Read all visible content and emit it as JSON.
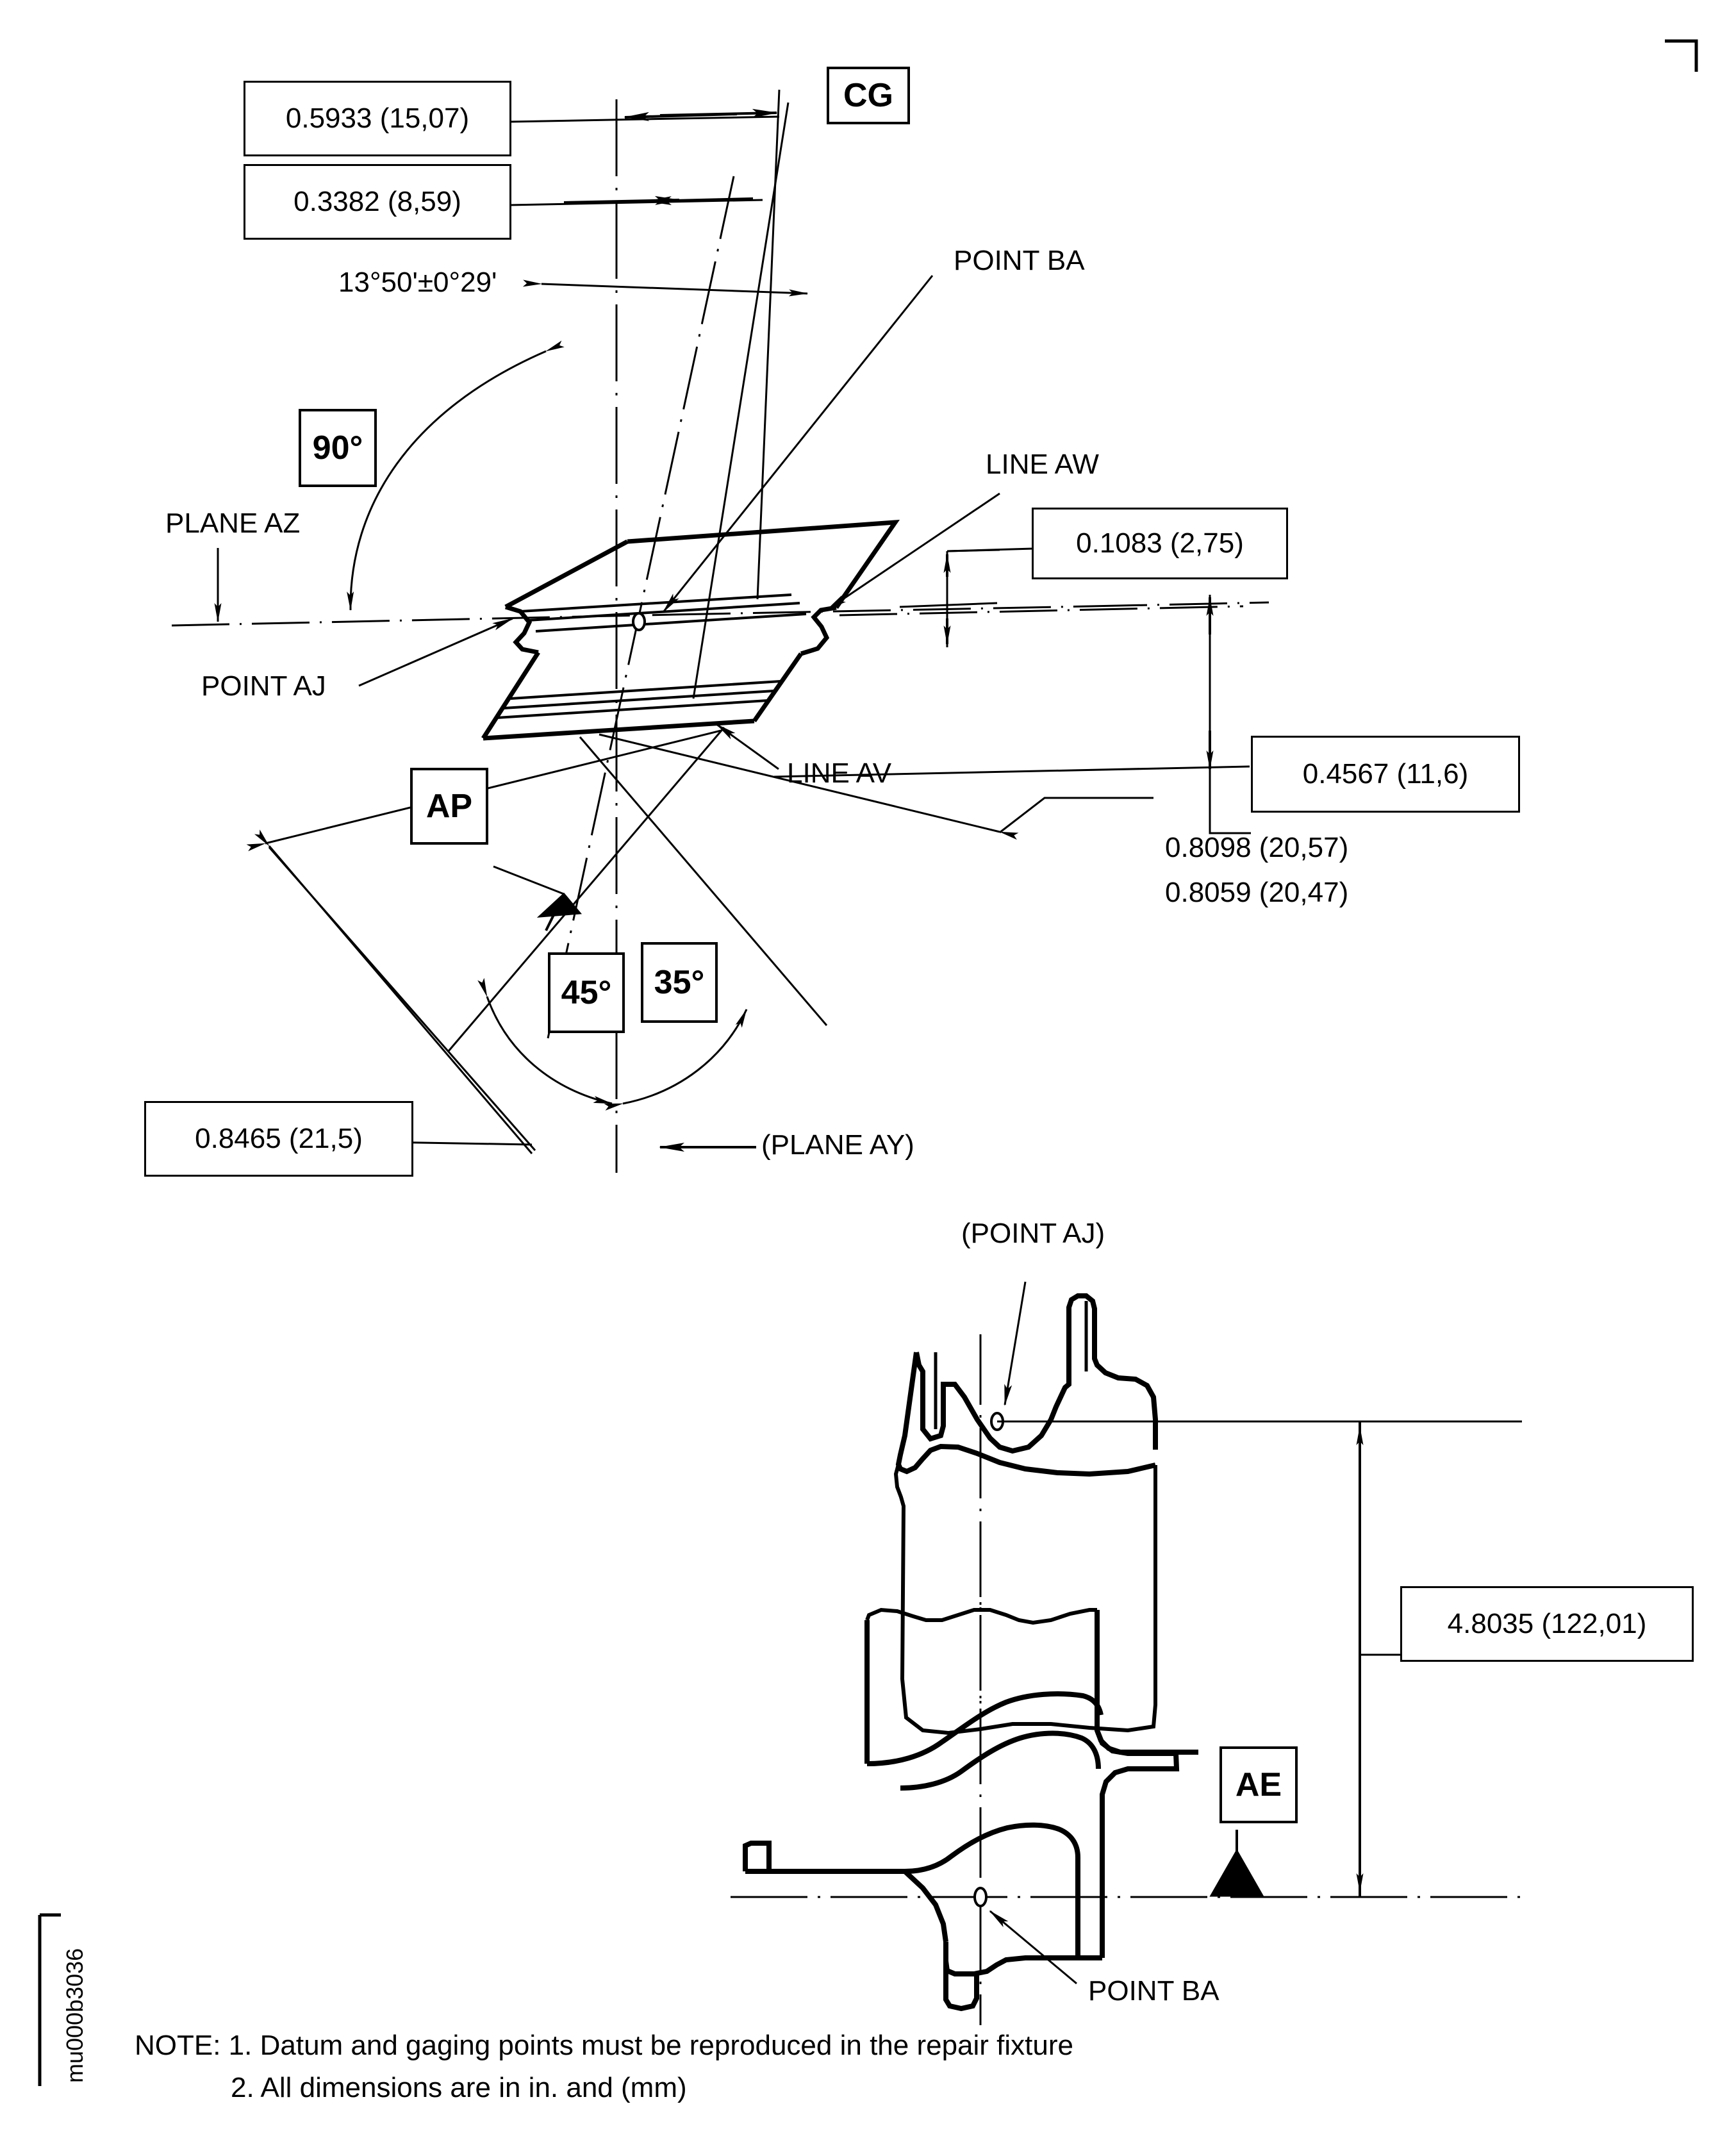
{
  "drawing": {
    "id_label": "mu000b3036",
    "corner_mark": "registration-corner"
  },
  "dimensions": {
    "d_5933": "0.5933 (15,07)",
    "d_3382": "0.3382 (8,59)",
    "angle_1350": "13°50'±0°29'",
    "d_1083": "0.1083 (2,75)",
    "d_4567": "0.4567 (11,6)",
    "d_8098": "0.8098 (20,57)",
    "d_8059": "0.8059 (20,47)",
    "d_8465": "0.8465 (21,5)",
    "d_48035": "4.8035 (122,01)"
  },
  "symbols": {
    "cg": "CG",
    "ap": "AP",
    "ae": "AE",
    "ang90": "90°",
    "ang45": "45°",
    "ang35": "35°"
  },
  "labels": {
    "plane_az": "PLANE AZ",
    "point_aj": "POINT AJ",
    "point_ba_top": "POINT BA",
    "line_aw": "LINE AW",
    "line_av": "LINE AV",
    "plane_ay": "(PLANE AY)",
    "point_aj_paren": "(POINT AJ)",
    "point_ba_bottom": "POINT BA"
  },
  "notes": {
    "line1": "NOTE: 1. Datum and gaging points must be reproduced in the repair fixture",
    "line2": "2. All dimensions are in in. and (mm)"
  },
  "style": {
    "ink": "#000000",
    "paper": "#ffffff"
  }
}
